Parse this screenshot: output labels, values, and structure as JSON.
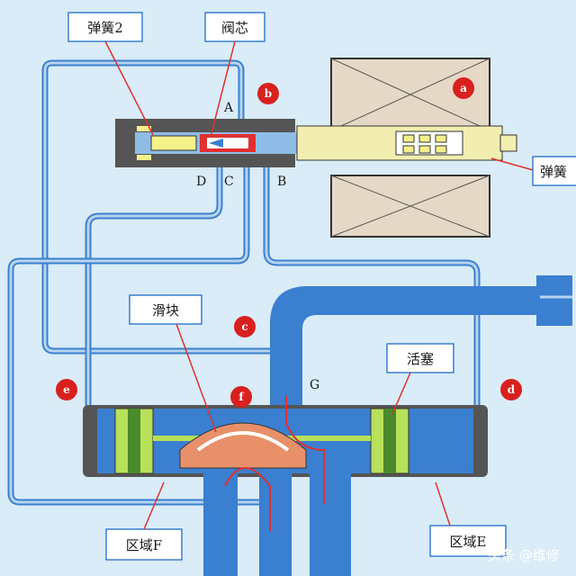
{
  "labels": {
    "spring2": "弹簧2",
    "valve_core": "阀芯",
    "spring_right": "弹簧",
    "slider": "滑块",
    "piston": "活塞",
    "zone_f": "区域F",
    "zone_e": "区域E"
  },
  "ports": {
    "a": "A",
    "b": "B",
    "c": "C",
    "d": "D",
    "g": "G"
  },
  "markers": {
    "a": "a",
    "b": "b",
    "c": "c",
    "d": "d",
    "e": "e",
    "f": "f"
  },
  "watermark": "头条 @维修",
  "colors": {
    "background": "#d9ecf7",
    "pipe_blue": "#3a7fd0",
    "pipe_light": "#b7d3ee",
    "flow_red": "#e03030",
    "body_gray": "#555555",
    "piston_green": "#b8e05a",
    "slider_salmon": "#e8906a",
    "coil_tan": "#e6d8c6",
    "marker_red": "#d8211f"
  }
}
